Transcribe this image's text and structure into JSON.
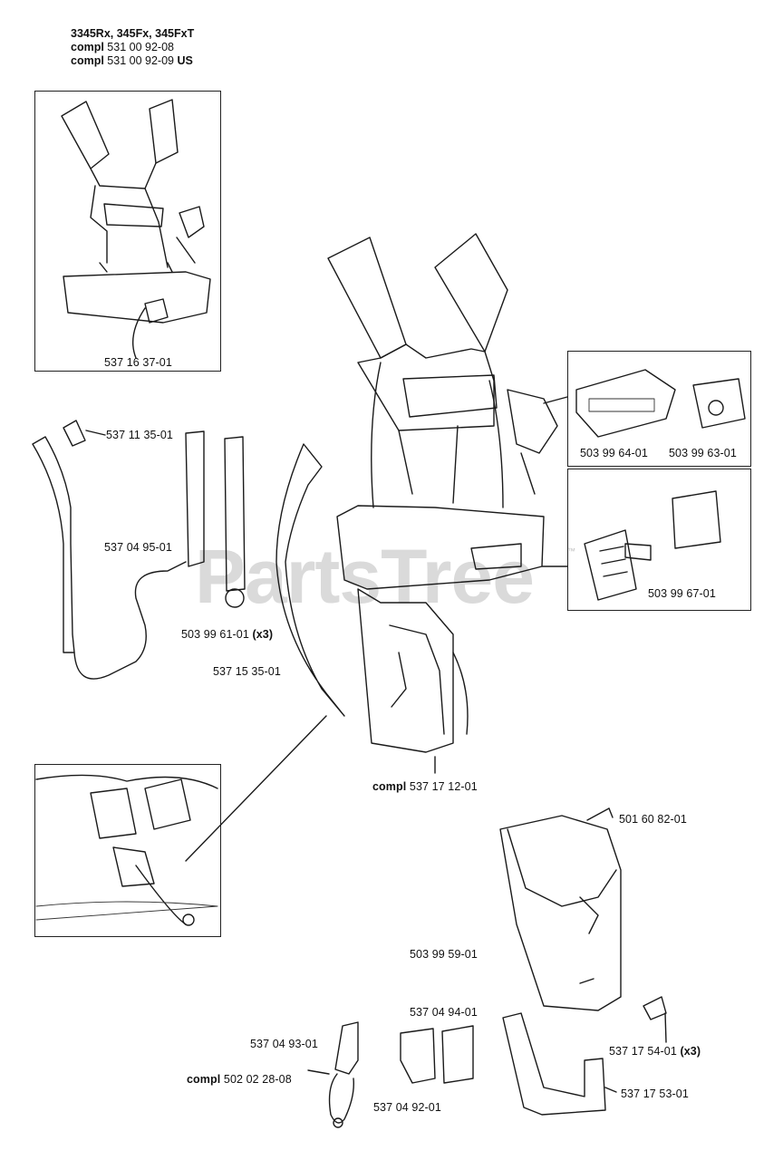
{
  "header": {
    "models": "3345Rx, 345Fx, 345FxT",
    "compl_1_prefix": "compl",
    "compl_1_number": "531 00 92-08",
    "compl_2_prefix": "compl",
    "compl_2_number": "531 00 92-09",
    "compl_2_suffix": "US"
  },
  "watermark": {
    "text": "PartsTree",
    "tm": "™"
  },
  "parts": [
    {
      "id": "537-16-37-01",
      "number": "537 16 37-01",
      "suffix": "",
      "prefix": ""
    },
    {
      "id": "537-11-35-01",
      "number": "537 11 35-01",
      "suffix": "",
      "prefix": ""
    },
    {
      "id": "537-04-95-01",
      "number": "537 04 95-01",
      "suffix": "",
      "prefix": ""
    },
    {
      "id": "503-99-61-01",
      "number": "503 99 61-01",
      "suffix": "(x3)",
      "prefix": ""
    },
    {
      "id": "537-15-35-01",
      "number": "537 15 35-01",
      "suffix": "",
      "prefix": ""
    },
    {
      "id": "503-99-64-01",
      "number": "503 99 64-01",
      "suffix": "",
      "prefix": ""
    },
    {
      "id": "503-99-63-01",
      "number": "503 99 63-01",
      "suffix": "",
      "prefix": ""
    },
    {
      "id": "503-99-67-01",
      "number": "503 99 67-01",
      "suffix": "",
      "prefix": ""
    },
    {
      "id": "537-17-12-01",
      "number": "537 17 12-01",
      "suffix": "",
      "prefix": "compl"
    },
    {
      "id": "501-60-82-01",
      "number": "501 60 82-01",
      "suffix": "",
      "prefix": ""
    },
    {
      "id": "503-99-59-01",
      "number": "503 99 59-01",
      "suffix": "",
      "prefix": ""
    },
    {
      "id": "537-04-94-01",
      "number": "537 04 94-01",
      "suffix": "",
      "prefix": ""
    },
    {
      "id": "537-04-93-01",
      "number": "537 04 93-01",
      "suffix": "",
      "prefix": ""
    },
    {
      "id": "502-02-28-08",
      "number": "502 02 28-08",
      "suffix": "",
      "prefix": "compl"
    },
    {
      "id": "537-04-92-01",
      "number": "537 04 92-01",
      "suffix": "",
      "prefix": ""
    },
    {
      "id": "537-17-54-01",
      "number": "537 17 54-01",
      "suffix": "(x3)",
      "prefix": ""
    },
    {
      "id": "537-17-53-01",
      "number": "537 17 53-01",
      "suffix": "",
      "prefix": ""
    }
  ],
  "colors": {
    "line": "#1a1a1a",
    "background": "#ffffff",
    "watermark": "#969696"
  },
  "icons": {
    "harness": "harness-illustration",
    "brand_logo": "husqvarna-logo-decal"
  }
}
